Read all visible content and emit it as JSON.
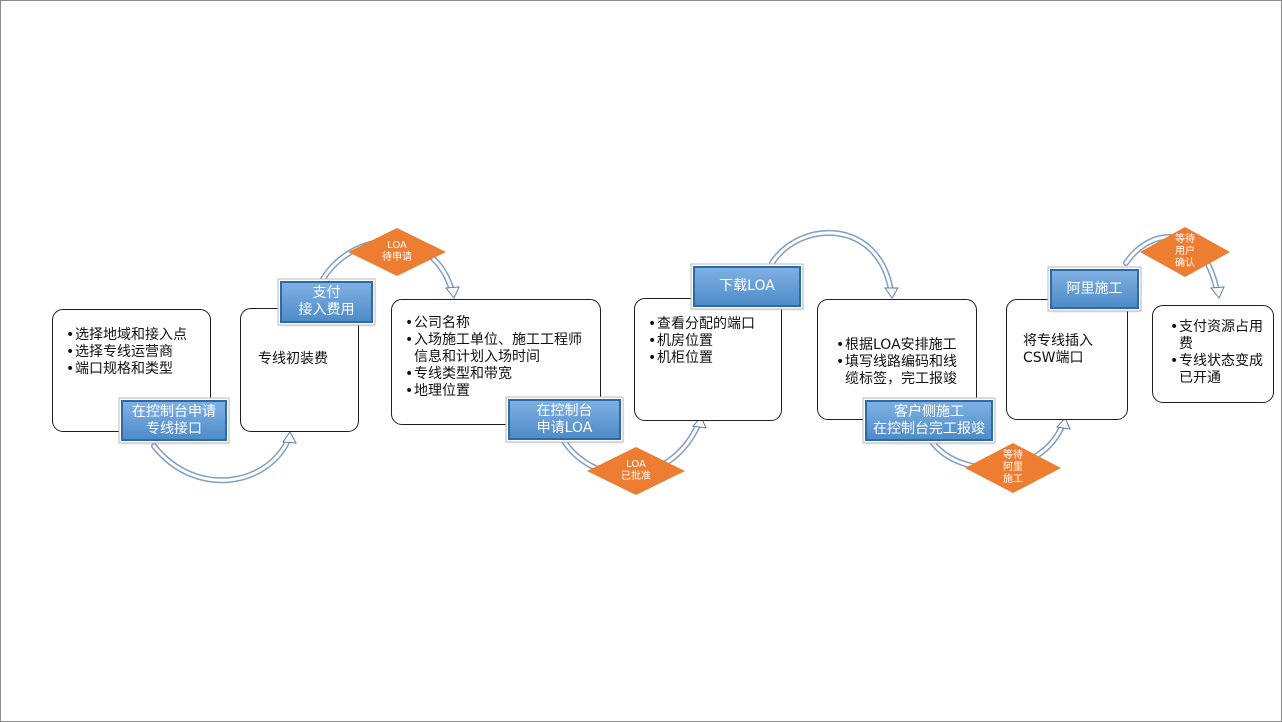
{
  "steps": [
    {
      "bullets": [
        "选择地域和接入点",
        "选择专线运营商",
        "端口规格和类型"
      ]
    },
    {
      "text": "专线初装费"
    },
    {
      "bullets": [
        "公司名称",
        "入场施工单位、施工工程师信息和计划入场时间",
        "专线类型和带宽",
        "地理位置"
      ]
    },
    {
      "bullets": [
        "查看分配的端口",
        "机房位置",
        "机柜位置"
      ]
    },
    {
      "bullets": [
        "根据LOA安排施工",
        "填写线路编码和线缆标签，完工报竣"
      ]
    },
    {
      "lines": [
        "将专线插入",
        "CSW端口"
      ]
    },
    {
      "bullets": [
        "支付资源占用费",
        "专线状态变成已开通"
      ]
    }
  ],
  "tags": [
    {
      "lines": [
        "在控制台申请",
        "专线接口"
      ]
    },
    {
      "lines": [
        "支付",
        "接入费用"
      ]
    },
    {
      "lines": [
        "在控制台",
        "申请LOA"
      ]
    },
    {
      "lines": [
        "下载LOA"
      ]
    },
    {
      "lines": [
        "客户侧施工",
        "在控制台完工报竣"
      ]
    },
    {
      "lines": [
        "阿里施工"
      ]
    }
  ],
  "statuses": [
    {
      "lines": [
        "LOA",
        "待申请"
      ]
    },
    {
      "lines": [
        "LOA",
        "已批准"
      ]
    },
    {
      "lines": [
        "等待",
        "阿里",
        "施工"
      ]
    },
    {
      "lines": [
        "等待",
        "用户",
        "确认"
      ]
    }
  ],
  "colors": {
    "tag_fill": "#5b95d0",
    "tag_border": "#2e6aa8",
    "status_fill": "#ed7d31",
    "box_border": "#1f1f1f",
    "connector_outline": "#7f9fc4"
  }
}
